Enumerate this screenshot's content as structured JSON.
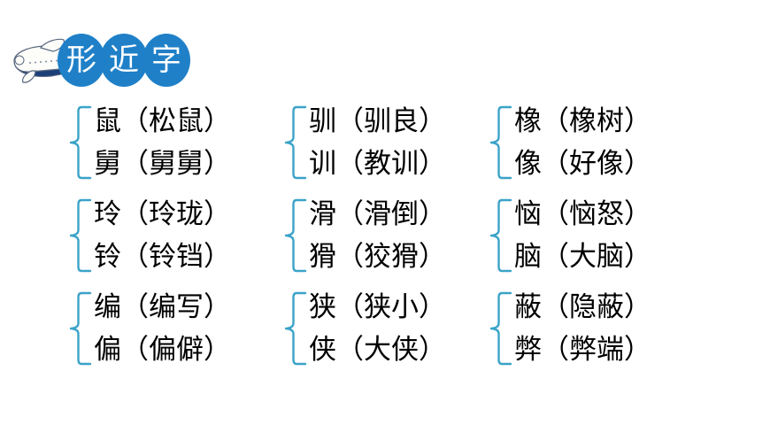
{
  "page": {
    "background_color": "#ffffff",
    "text_color": "#000000"
  },
  "header": {
    "title": "形近字",
    "title_chars": [
      "形",
      "近",
      "字"
    ],
    "badge_color": "#1f80c8",
    "badge_text_color": "#ffffff",
    "icon": "airplane-icon",
    "icon_colors": {
      "body": "#ffffff",
      "belly": "#1d3f77",
      "accent": "#d62828",
      "outline": "#5a6a80"
    }
  },
  "brace": {
    "color": "#3ba3c8",
    "icon": "curly-brace-icon"
  },
  "pairs": [
    {
      "column": 1,
      "row": 1,
      "top": "鼠（松鼠）",
      "bottom": "舅（舅舅）"
    },
    {
      "column": 2,
      "row": 1,
      "top": "驯（驯良）",
      "bottom": "训（教训）"
    },
    {
      "column": 3,
      "row": 1,
      "top": "橡（橡树）",
      "bottom": "像（好像）"
    },
    {
      "column": 1,
      "row": 2,
      "top": "玲（玲珑）",
      "bottom": "铃（铃铛）"
    },
    {
      "column": 2,
      "row": 2,
      "top": "滑（滑倒）",
      "bottom": "猾（狡猾）"
    },
    {
      "column": 3,
      "row": 2,
      "top": "恼（恼怒）",
      "bottom": "脑（大脑）"
    },
    {
      "column": 1,
      "row": 3,
      "top": "编（编写）",
      "bottom": "偏（偏僻）"
    },
    {
      "column": 2,
      "row": 3,
      "top": "狭（狭小）",
      "bottom": "侠（大侠）"
    },
    {
      "column": 3,
      "row": 3,
      "top": "蔽（隐蔽）",
      "bottom": "弊（弊端）"
    }
  ]
}
